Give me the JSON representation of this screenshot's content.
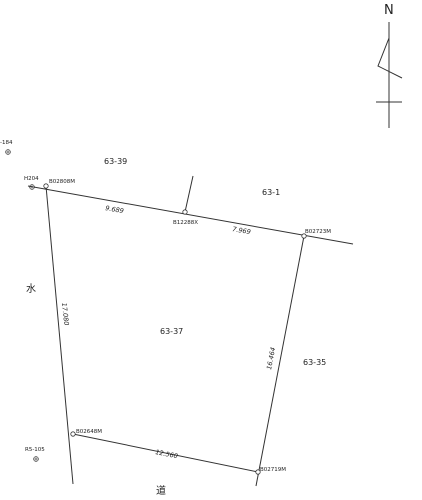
{
  "north_label": "N",
  "lots": {
    "l63_39": "63-39",
    "l63_1": "63-1",
    "l63_37": "63-37",
    "l63_35": "63-35"
  },
  "points": {
    "b02808": "B02808M",
    "b12288": "B12288X",
    "b02723": "B02723M",
    "b02648": "B02648M",
    "b02719": "B02719M",
    "h204": "H204",
    "r5_105": "R5-105",
    "t184": "-184"
  },
  "dimensions": {
    "top_left": "9.689",
    "top_right": "7.969",
    "left": "17.080",
    "right": "16.464",
    "bottom": "12.560"
  },
  "road_labels": {
    "water": "水",
    "road": "道"
  }
}
